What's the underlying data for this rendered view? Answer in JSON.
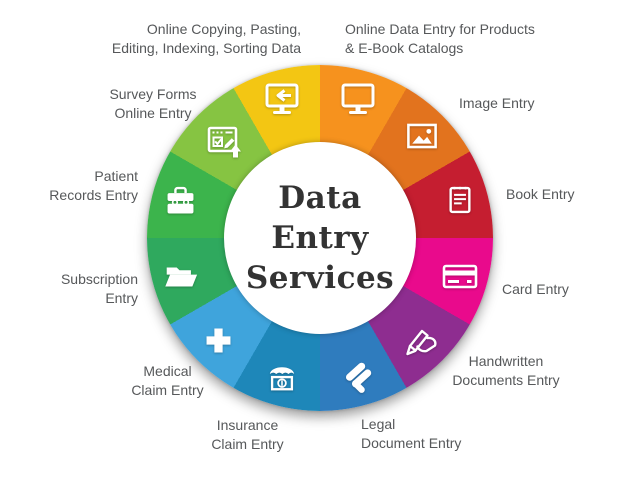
{
  "center": {
    "line1": "Data",
    "line2": "Entry",
    "line3": "Services"
  },
  "segments": [
    {
      "name": "online-products",
      "label1": "Online Data Entry for Products",
      "label2": "& E-Book Catalogs",
      "color": "#F6921E",
      "icon": "monitor-icon"
    },
    {
      "name": "image-entry",
      "label1": "Image Entry",
      "label2": "",
      "color": "#E2731E",
      "icon": "image-icon"
    },
    {
      "name": "book-entry",
      "label1": "Book Entry",
      "label2": "",
      "color": "#C51E30",
      "icon": "book-icon"
    },
    {
      "name": "card-entry",
      "label1": "Card Entry",
      "label2": "",
      "color": "#E90A8C",
      "icon": "credit-card-icon"
    },
    {
      "name": "handwritten-entry",
      "label1": "Handwritten",
      "label2": "Documents Entry",
      "color": "#8E2D90",
      "icon": "writing-hand-icon"
    },
    {
      "name": "legal-entry",
      "label1": "Legal",
      "label2": "Document Entry",
      "color": "#2F7CBE",
      "icon": "gavel-icon"
    },
    {
      "name": "insurance-entry",
      "label1": "Insurance",
      "label2": "Claim Entry",
      "color": "#1E87B9",
      "icon": "umbrella-money-icon"
    },
    {
      "name": "medical-entry",
      "label1": "Medical",
      "label2": "Claim Entry",
      "color": "#3FA4DC",
      "icon": "medical-cross-icon"
    },
    {
      "name": "subscription-entry",
      "label1": "Subscription",
      "label2": "Entry",
      "color": "#2FA95E",
      "icon": "open-folder-icon"
    },
    {
      "name": "patient-records",
      "label1": "Patient",
      "label2": "Records Entry",
      "color": "#3CB44C",
      "icon": "briefcase-icon"
    },
    {
      "name": "survey-forms",
      "label1": "Survey Forms",
      "label2": "Online Entry",
      "color": "#86C442",
      "icon": "survey-form-icon"
    },
    {
      "name": "online-copying",
      "label1": "Online Copying, Pasting,",
      "label2": "Editing, Indexing, Sorting Data",
      "color": "#F3C613",
      "icon": "monitor-arrow-icon"
    }
  ]
}
